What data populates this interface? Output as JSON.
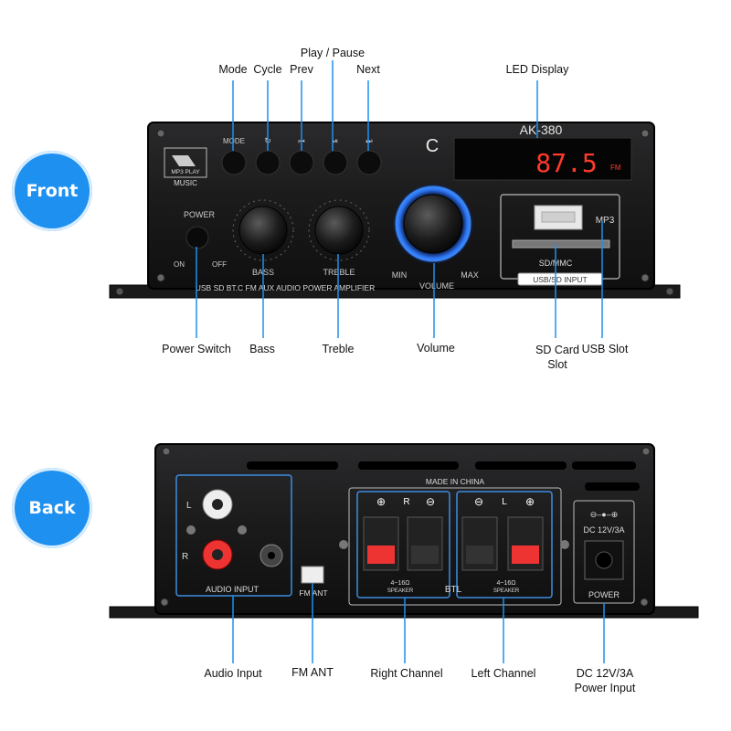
{
  "badges": {
    "front": "Front",
    "back": "Back"
  },
  "front_callouts": {
    "mode": "Mode",
    "cycle": "Cycle",
    "prev": "Prev",
    "play_pause": "Play / Pause",
    "next": "Next",
    "led_display": "LED Display",
    "power_switch": "Power Switch",
    "bass": "Bass",
    "treble": "Treble",
    "volume": "Volume",
    "sd_card_slot": "SD Card\nSlot",
    "usb_slot": "USB Slot"
  },
  "front_panel": {
    "logo_top": "MP3 PLAY",
    "logo_bottom": "MUSIC",
    "model": "AK-380",
    "led_readout": "87.5",
    "led_unit": "FM",
    "mode_glyph": "C",
    "btn_mode": "MODE",
    "power_label": "POWER",
    "on_label": "ON",
    "off_label": "OFF",
    "bass_label": "BASS",
    "treble_label": "TREBLE",
    "volume_label": "VOLUME",
    "min_label": "MIN",
    "max_label": "MAX",
    "mp3_label": "MP3",
    "sdmmc_label": "SD/MMC",
    "usb_sd_input": "USB/SD INPUT",
    "bottom_text": "USB SD BT.C FM AUX AUDIO POWER AMPLIFIER",
    "led_color": "#ff3a2a",
    "knob_glow": "#2f7bff"
  },
  "back_callouts": {
    "audio_input": "Audio Input",
    "fm_ant": "FM ANT",
    "right_channel": "Right Channel",
    "left_channel": "Left Channel",
    "dc_power": "DC 12V/3A\nPower Input"
  },
  "back_panel": {
    "made_in": "MADE IN CHINA",
    "audio_input_label": "AUDIO INPUT",
    "l_label": "L",
    "r_label": "R",
    "fm_ant_label": "FM ANT",
    "r_channel": "R",
    "l_channel": "L",
    "btl": "BTL",
    "impedance": "4~16Ω",
    "speaker": "SPEAKER",
    "dc_label": "DC 12V/3A",
    "power_label": "POWER"
  }
}
